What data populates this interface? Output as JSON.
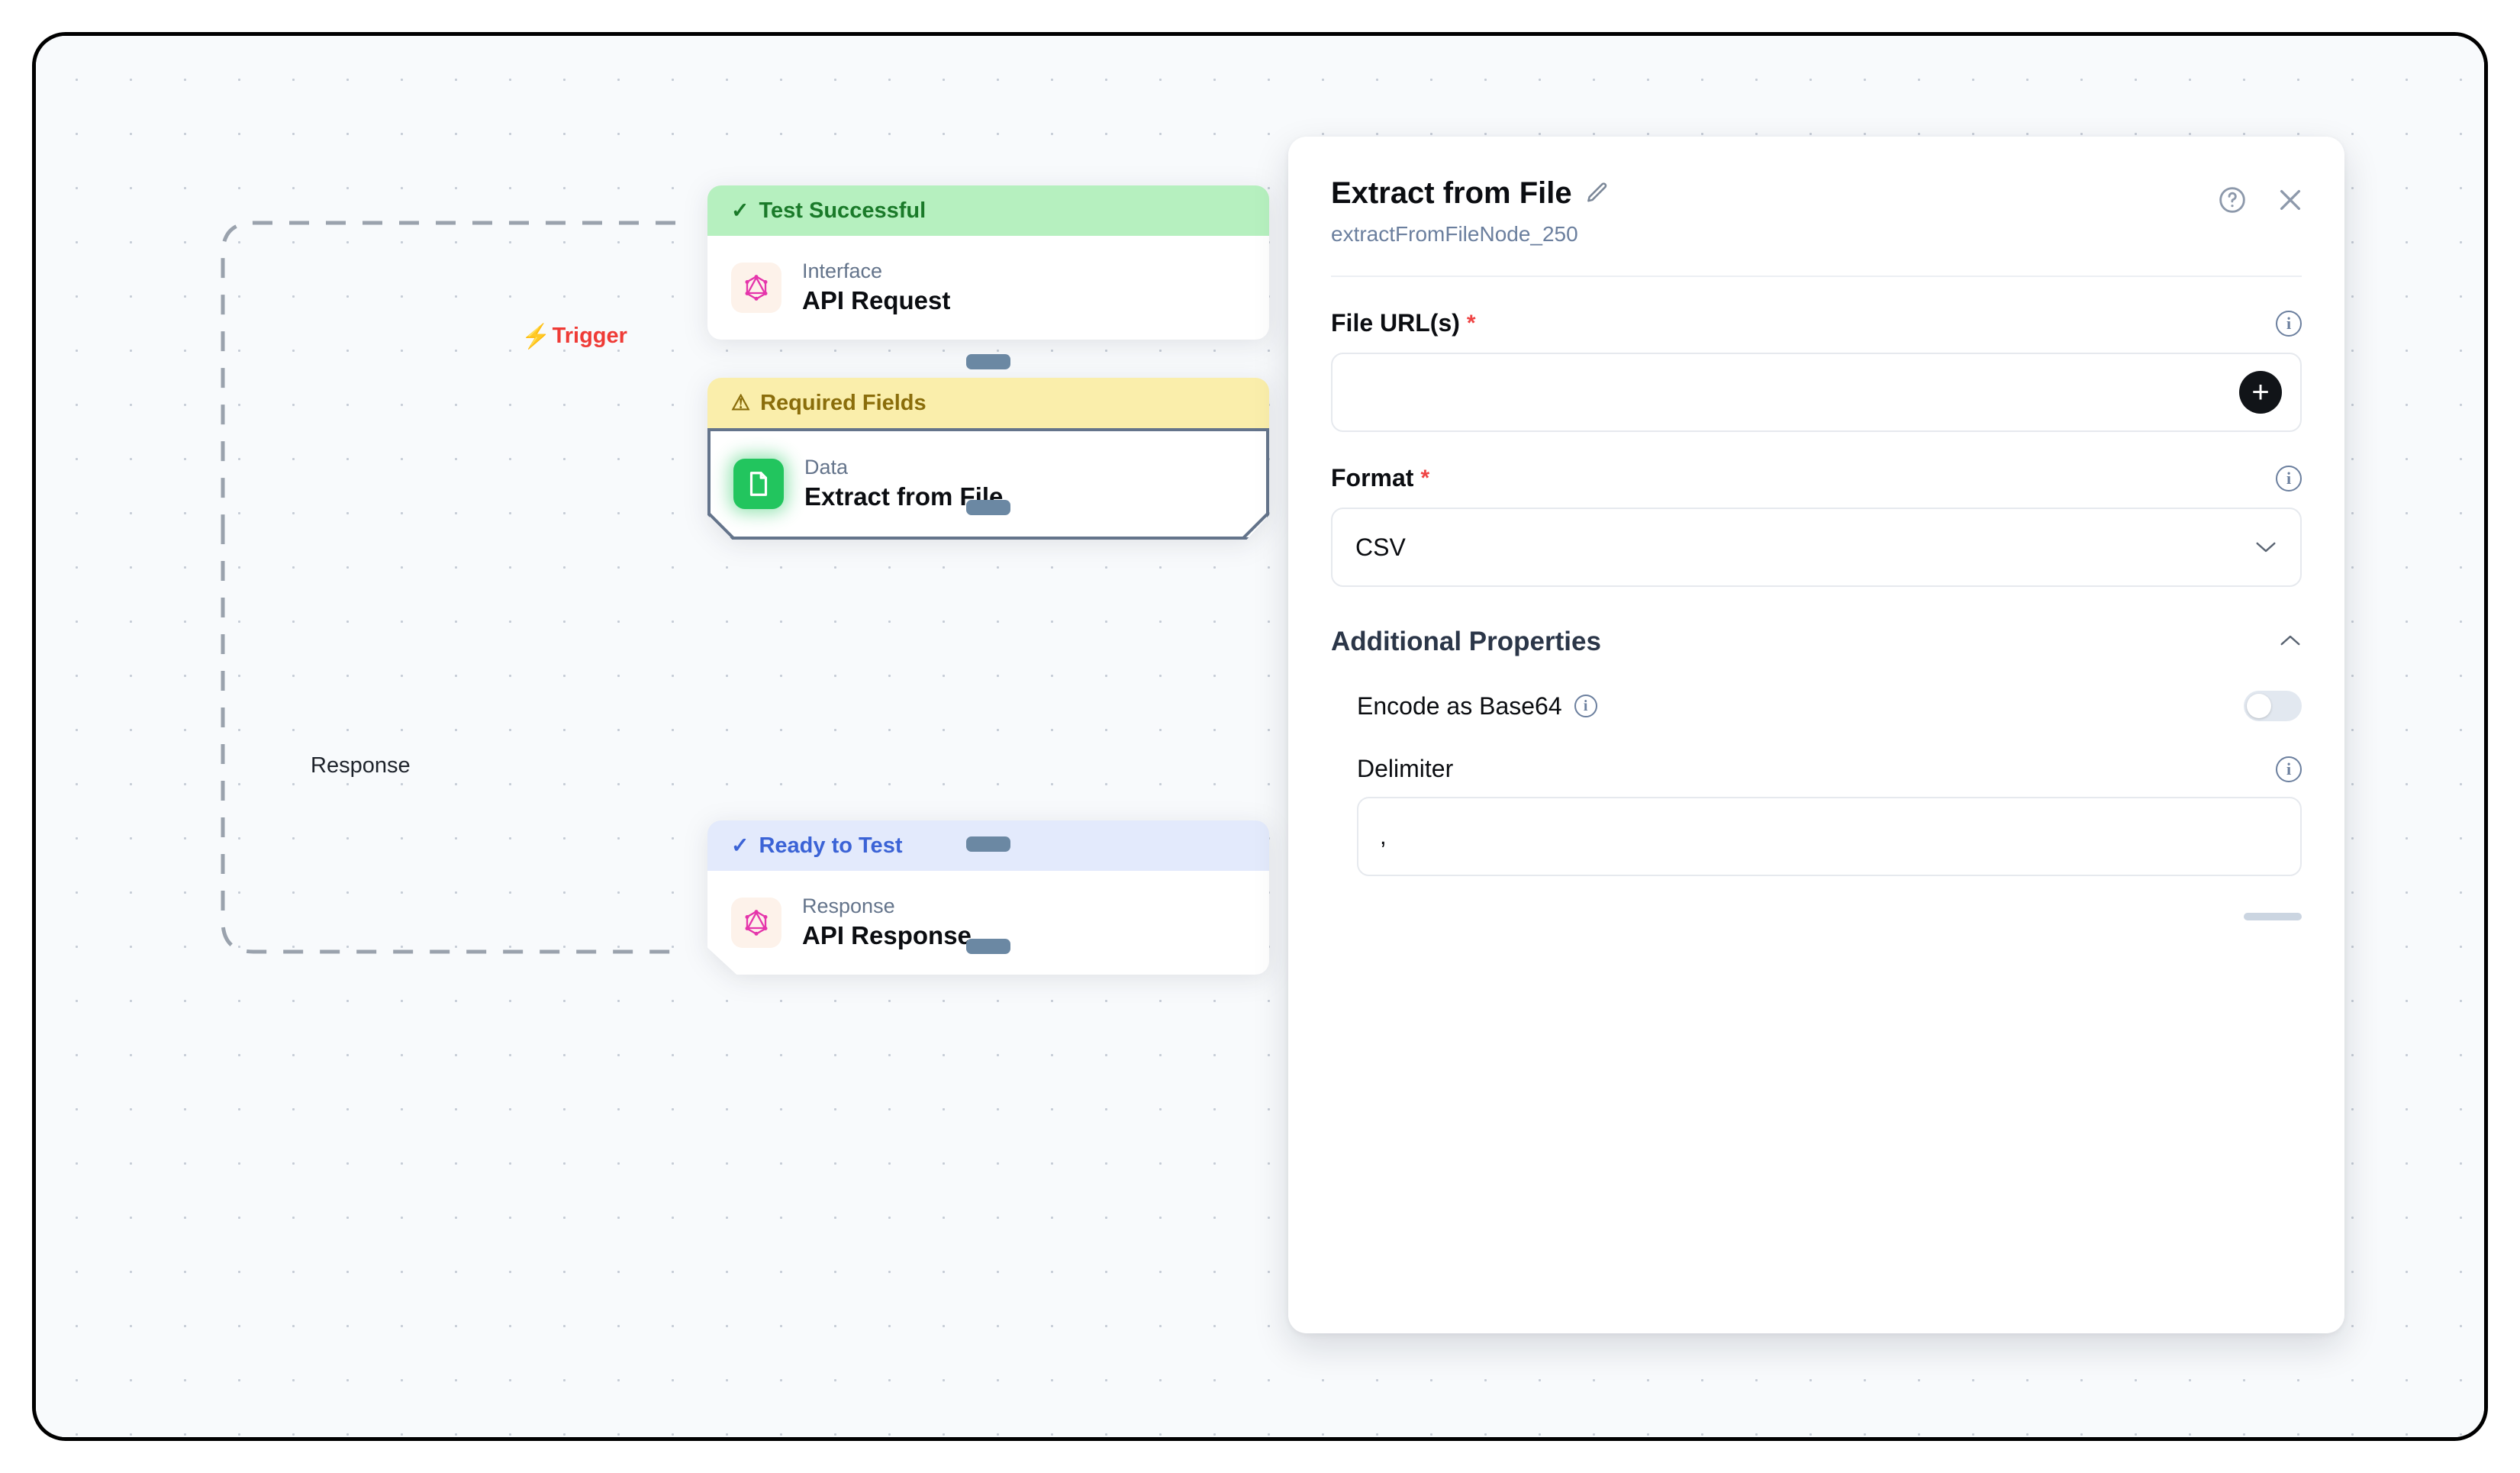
{
  "canvas": {
    "edge_labels": {
      "trigger": "Trigger",
      "trigger_icon": "lightning-bolt-icon",
      "response": "Response"
    },
    "nodes": [
      {
        "id": "api-request",
        "status_label": "Test Successful",
        "status_icon": "check-icon",
        "kind": "Interface",
        "title": "API Request",
        "badge_icon": "graphql-icon",
        "status_color": "#1a7a29",
        "status_bg": "#b6f0bf"
      },
      {
        "id": "extract-from-file",
        "status_label": "Required Fields",
        "status_icon": "warning-triangle-icon",
        "kind": "Data",
        "title": "Extract from File",
        "badge_icon": "file-document-icon",
        "status_color": "#8a6d0b",
        "status_bg": "#faeeab",
        "selected": true
      },
      {
        "id": "api-response",
        "status_label": "Ready to Test",
        "status_icon": "check-icon",
        "kind": "Response",
        "title": "API Response",
        "badge_icon": "graphql-icon",
        "status_color": "#3b63d6",
        "status_bg": "#e3eafc"
      }
    ]
  },
  "panel": {
    "title": "Extract from File",
    "edit_icon": "pencil-icon",
    "subtitle": "extractFromFileNode_250",
    "help_icon": "question-circle-icon",
    "close_icon": "close-icon",
    "fields": {
      "file_urls": {
        "label": "File URL(s)",
        "required_mark": "*",
        "value": "",
        "placeholder": "",
        "add_button_label": "+",
        "info_icon": "info-icon"
      },
      "format": {
        "label": "Format",
        "required_mark": "*",
        "value": "CSV",
        "chevron": "⌄",
        "info_icon": "info-icon"
      }
    },
    "additional_properties": {
      "title": "Additional Properties",
      "collapse_icon": "chevron-up-icon",
      "expanded": true,
      "encode_base64": {
        "label": "Encode as Base64",
        "info_icon": "info-icon",
        "enabled": false
      },
      "delimiter": {
        "label": "Delimiter",
        "value": ",",
        "info_icon": "info-icon"
      }
    }
  }
}
